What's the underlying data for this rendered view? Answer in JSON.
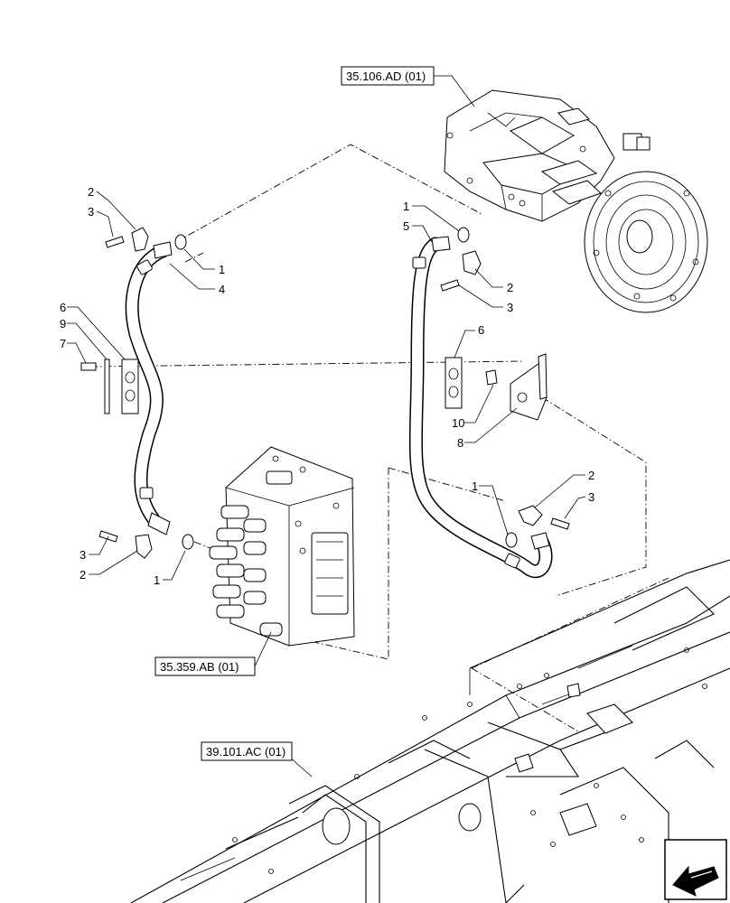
{
  "references": {
    "pump": "35.106.AD (01)",
    "control_valve": "35.359.AB (01)",
    "frame": "39.101.AC (01)"
  },
  "callouts": {
    "left_hose": {
      "clamp_half_top": "2",
      "bolt_top": "3",
      "oring_top": "1",
      "hose_left": "4",
      "clamp_bracket_left": "6",
      "plate_left": "9",
      "bolt_bracket_left": "7",
      "bolt_bottom": "3",
      "clamp_half_bottom": "2",
      "oring_bottom": "1"
    },
    "right_hose": {
      "oring_top": "1",
      "hose_right": "5",
      "clamp_half_top": "2",
      "bolt_top": "3",
      "clamp_bracket_right": "6",
      "bolt_bracket_right": "10",
      "bracket_right": "8",
      "oring_bottom": "1",
      "clamp_half_bottom": "2",
      "bolt_bottom": "3"
    }
  }
}
